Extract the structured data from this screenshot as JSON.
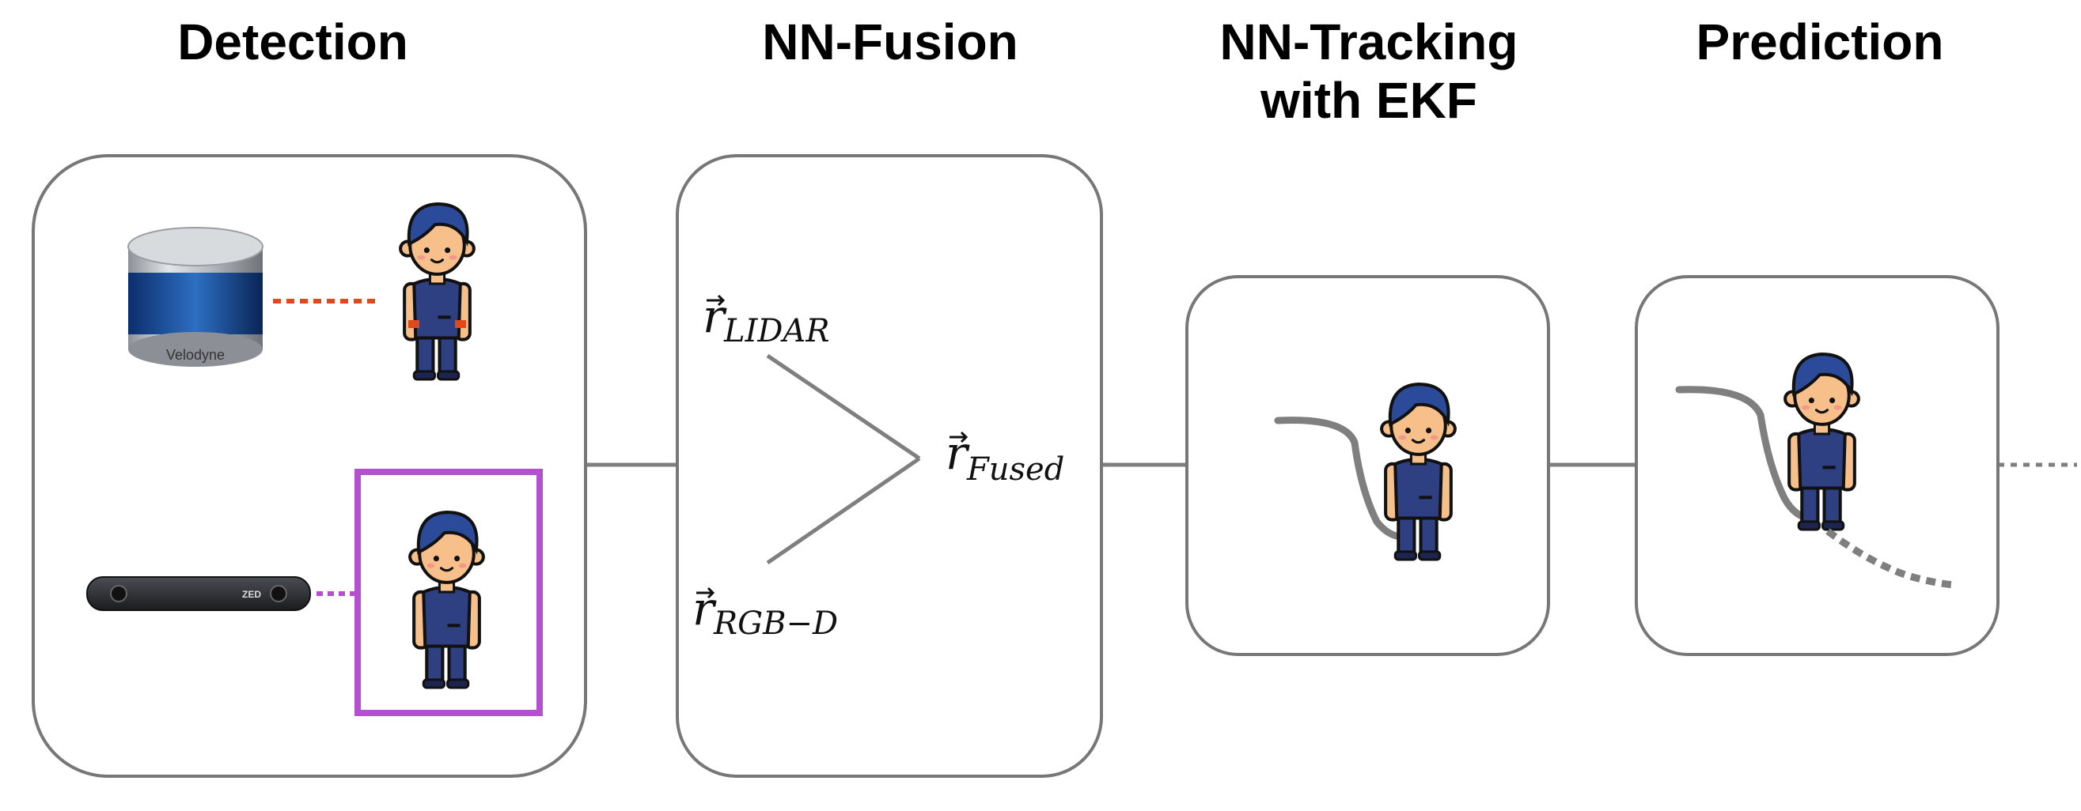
{
  "stages": {
    "detection": {
      "title": "Detection"
    },
    "fusion": {
      "title": "NN-Fusion"
    },
    "tracking": {
      "title_line1": "NN-Tracking",
      "title_line2": "with EKF"
    },
    "prediction": {
      "title": "Prediction"
    }
  },
  "fusion_labels": {
    "r": "r",
    "lidar_sub": "LIDAR",
    "rgbd_sub": "RGB−D",
    "fused_sub": "Fused"
  },
  "sensors": {
    "lidar_brand": "Velodyne",
    "camera_brand": "ZED",
    "lidar_line_color": "#e04a1a",
    "camera_line_color": "#b44fd0",
    "bbox_color": "#b44fd0"
  },
  "colors": {
    "panel_stroke": "#777777",
    "connector": "#7f7f7f",
    "person_shirt": "#2e3f82",
    "person_hair": "#2b4a9a",
    "person_skin": "#f7c08a"
  }
}
